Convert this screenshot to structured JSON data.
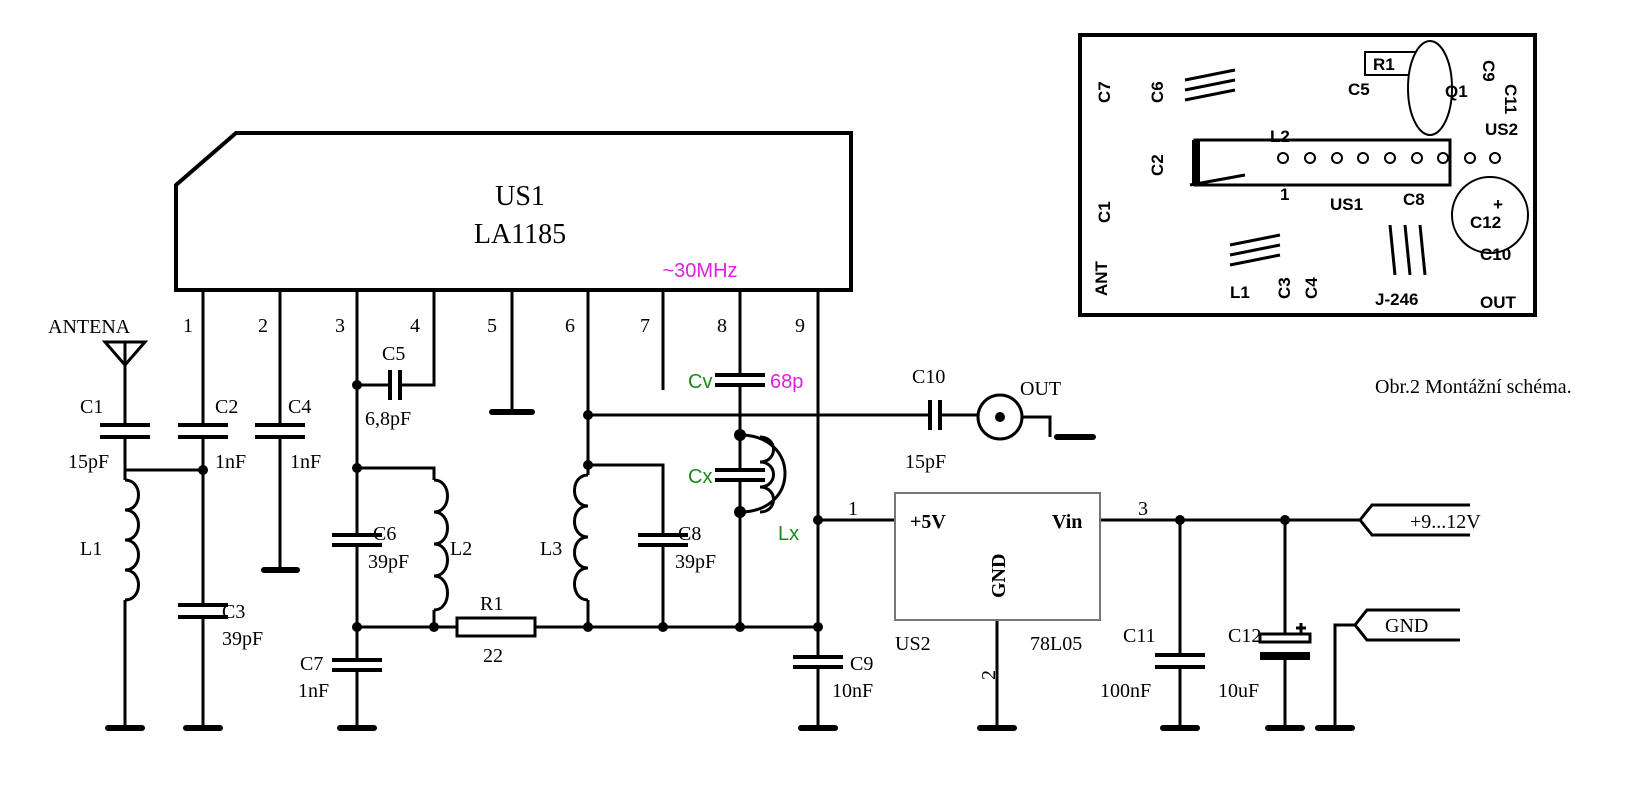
{
  "ic1": {
    "name": "US1",
    "part": "LA1185",
    "freq": "~30MHz",
    "pins": [
      "1",
      "2",
      "3",
      "4",
      "5",
      "6",
      "7",
      "8",
      "9"
    ]
  },
  "antenna": "ANTENA",
  "components": {
    "C1": {
      "ref": "C1",
      "val": "15pF"
    },
    "C2": {
      "ref": "C2",
      "val": "1nF"
    },
    "C3": {
      "ref": "C3",
      "val": "39pF"
    },
    "C4": {
      "ref": "C4",
      "val": "1nF"
    },
    "C5": {
      "ref": "C5",
      "val": "6,8pF"
    },
    "C6": {
      "ref": "C6",
      "val": "39pF"
    },
    "C7": {
      "ref": "C7",
      "val": "1nF"
    },
    "C8": {
      "ref": "C8",
      "val": "39pF"
    },
    "C9": {
      "ref": "C9",
      "val": "10nF"
    },
    "C10": {
      "ref": "C10",
      "val": "15pF"
    },
    "C11": {
      "ref": "C11",
      "val": "100nF"
    },
    "C12": {
      "ref": "C12",
      "val": "10uF"
    },
    "R1": {
      "ref": "R1",
      "val": "22"
    },
    "L1": "L1",
    "L2": "L2",
    "L3": "L3",
    "Cv": {
      "ref": "Cv",
      "val": "68p"
    },
    "Cx": "Cx",
    "Lx": "Lx"
  },
  "out": "OUT",
  "ic2": {
    "name": "US2",
    "part": "78L05",
    "out": "+5V",
    "in": "Vin",
    "gnd": "GND",
    "pin1": "1",
    "pin2": "2",
    "pin3": "3"
  },
  "terminals": {
    "vin": "+9...12V",
    "gnd": "GND"
  },
  "caption": "Obr.2 Montážní schéma.",
  "pcb": {
    "labels": [
      "C7",
      "C6",
      "L2",
      "R1",
      "C5",
      "Q1",
      "C9",
      "C11",
      "US2",
      "C2",
      "US1",
      "1",
      "C1",
      "C8",
      "C12",
      "+",
      "C10",
      "ANT",
      "L1",
      "C3",
      "C4",
      "J-246",
      "OUT"
    ]
  },
  "colors": {
    "annotation_green": "#1a8a1a",
    "annotation_magenta": "#e020e0"
  }
}
